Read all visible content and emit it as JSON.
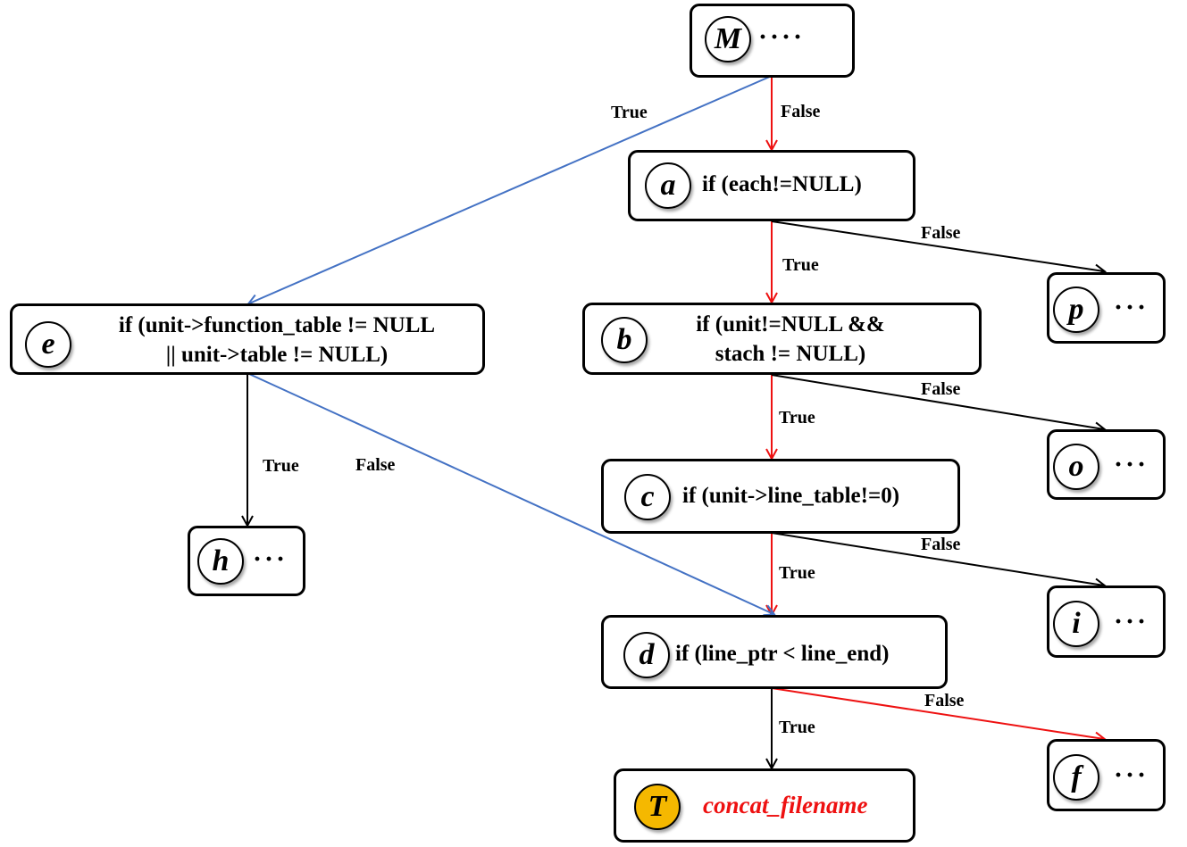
{
  "nodes": {
    "M": {
      "letter": "M",
      "text": "····"
    },
    "a": {
      "letter": "a",
      "text": "if (each!=NULL)"
    },
    "b": {
      "letter": "b",
      "line1": "if (unit!=NULL &&",
      "line2": "stach != NULL)"
    },
    "c": {
      "letter": "c",
      "text": "if (unit->line_table!=0)"
    },
    "d": {
      "letter": "d",
      "text": "if (line_ptr < line_end)"
    },
    "e": {
      "letter": "e",
      "line1": "if (unit->function_table != NULL",
      "line2": "|| unit->table != NULL)"
    },
    "h": {
      "letter": "h",
      "text": "···"
    },
    "p": {
      "letter": "p",
      "text": "···"
    },
    "o": {
      "letter": "o",
      "text": "···"
    },
    "i": {
      "letter": "i",
      "text": "···"
    },
    "f": {
      "letter": "f",
      "text": "···"
    },
    "T": {
      "letter": "T",
      "text": "concat_filename"
    }
  },
  "edges": {
    "M_e": "True",
    "M_a": "False",
    "a_b": "True",
    "a_p": "False",
    "b_c": "True",
    "b_o": "False",
    "c_d": "True",
    "c_i": "False",
    "d_T": "True",
    "d_f": "False",
    "e_h": "True",
    "e_d": "False"
  },
  "colors": {
    "red": "#ee1111",
    "blue": "#4472c4",
    "black": "#000000",
    "gold": "#f5b800"
  }
}
